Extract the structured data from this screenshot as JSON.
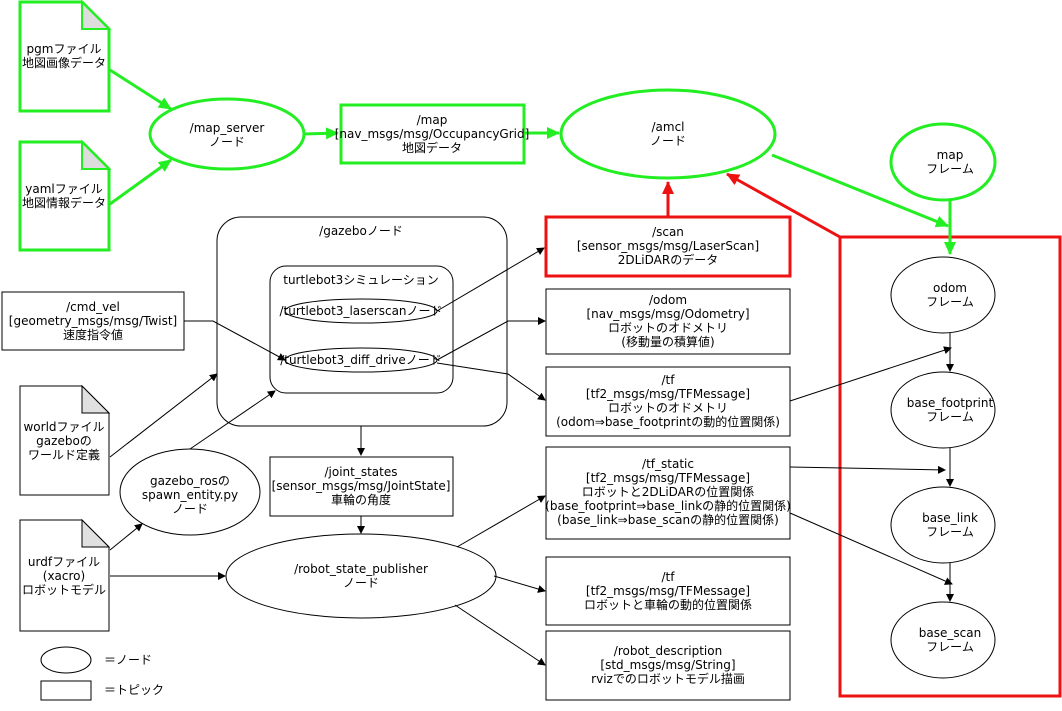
{
  "colors": {
    "green": "#22ee22",
    "red": "#ee1111",
    "black": "#000000"
  },
  "files": {
    "pgm": {
      "lines": [
        "pgmファイル",
        "地図画像データ"
      ]
    },
    "yaml": {
      "lines": [
        "yamlファイル",
        "地図情報データ"
      ]
    },
    "world": {
      "lines": [
        "worldファイル",
        "gazeboの",
        "ワールド定義"
      ]
    },
    "urdf": {
      "lines": [
        "urdfファイル",
        "(xacro)",
        "ロボットモデル"
      ]
    }
  },
  "nodes": {
    "map_server": {
      "lines": [
        "/map_server",
        "ノード"
      ]
    },
    "amcl": {
      "lines": [
        "/amcl",
        "ノード"
      ]
    },
    "spawn_entity": {
      "lines": [
        "gazebo_rosの",
        "spawn_entity.py",
        "ノード"
      ]
    },
    "rsp": {
      "lines": [
        "/robot_state_publisher",
        "ノード"
      ]
    },
    "laserscan": {
      "lines": [
        "/turtlebot3_laserscanノード"
      ]
    },
    "diff_drive": {
      "lines": [
        "/turtlebot3_diff_driveノード"
      ]
    }
  },
  "gazebo": {
    "title": "/gazeboノード",
    "sim_title": "turtlebot3シミュレーション"
  },
  "topics": {
    "map": {
      "lines": [
        "/map",
        "[nav_msgs/msg/OccupancyGrid]",
        "地図データ"
      ]
    },
    "scan": {
      "lines": [
        "/scan",
        "[sensor_msgs/msg/LaserScan]",
        "2DLiDARのデータ"
      ]
    },
    "cmd_vel": {
      "lines": [
        "/cmd_vel",
        "[geometry_msgs/msg/Twist]",
        "速度指令値"
      ]
    },
    "odom": {
      "lines": [
        "/odom",
        "[nav_msgs/msg/Odometry]",
        "ロボットのオドメトリ",
        "(移動量の積算値)"
      ]
    },
    "tf1": {
      "lines": [
        "/tf",
        "[tf2_msgs/msg/TFMessage]",
        "ロボットのオドメトリ",
        "(odom⇒base_footprintの動的位置関係)"
      ]
    },
    "tf_static": {
      "lines": [
        "/tf_static",
        "[tf2_msgs/msg/TFMessage]",
        "ロボットと2DLiDARの位置関係",
        "(base_footprint⇒base_linkの静的位置関係)",
        "(base_link⇒base_scanの静的位置関係)"
      ]
    },
    "joint": {
      "lines": [
        "/joint_states",
        "[sensor_msgs/msg/JointState]",
        "車輪の角度"
      ]
    },
    "tf2": {
      "lines": [
        "/tf",
        "[tf2_msgs/msg/TFMessage]",
        "ロボットと車輪の動的位置関係"
      ]
    },
    "robot_desc": {
      "lines": [
        "/robot_description",
        "[std_msgs/msg/String]",
        "rvizでのロボットモデル描画"
      ]
    }
  },
  "frames": {
    "map": {
      "lines": [
        "map",
        "フレーム"
      ]
    },
    "odom": {
      "lines": [
        "odom",
        "フレーム"
      ]
    },
    "base_footprint": {
      "lines": [
        "base_footprint",
        "フレーム"
      ]
    },
    "base_link": {
      "lines": [
        "base_link",
        "フレーム"
      ]
    },
    "base_scan": {
      "lines": [
        "base_scan",
        "フレーム"
      ]
    }
  },
  "legend": {
    "node_label": "＝ノード",
    "topic_label": "＝トピック"
  }
}
